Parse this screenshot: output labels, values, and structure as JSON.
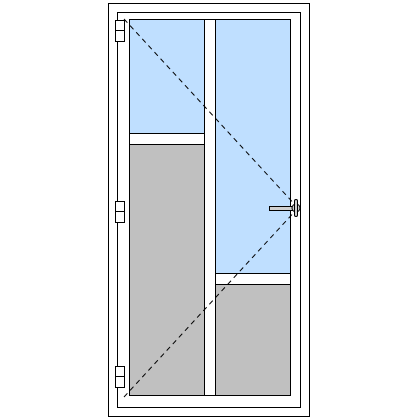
{
  "diagram": {
    "type": "door-opening-scheme",
    "hinge_side": "left",
    "opening_indicator": "dashed-triangle",
    "colors": {
      "frame_fill": "#ffffff",
      "outline": "#000000",
      "glass": "#bfdfff",
      "solid_panel": "#c0c0c0",
      "handle": "#d0d0d0",
      "opening_lines": "#000000"
    },
    "icons": [
      "hinge-icon",
      "hinge-icon",
      "hinge-icon",
      "door-handle-icon"
    ],
    "panels": [
      {
        "name": "left-upper",
        "fill": "glass"
      },
      {
        "name": "left-lower",
        "fill": "solid"
      },
      {
        "name": "right-upper",
        "fill": "glass"
      },
      {
        "name": "right-lower",
        "fill": "solid"
      }
    ]
  }
}
